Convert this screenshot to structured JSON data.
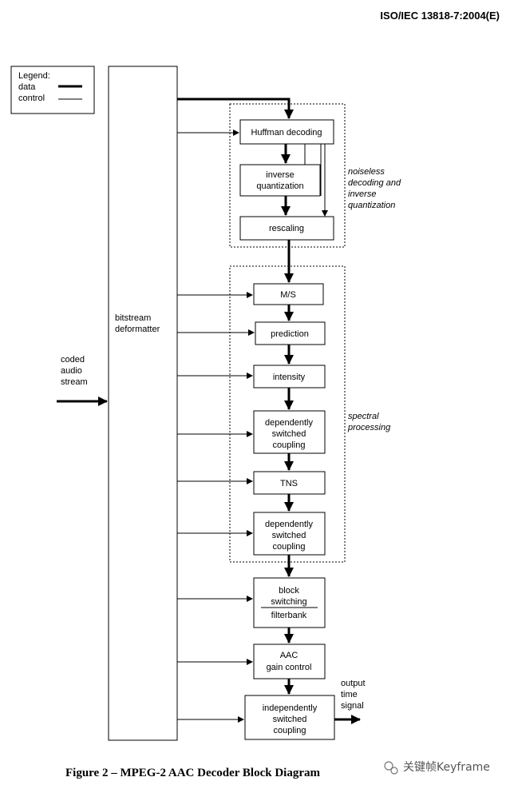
{
  "header": {
    "standard_id": "ISO/IEC 13818-7:2004(E)"
  },
  "legend": {
    "title": "Legend:",
    "data_label": "data",
    "control_label": "control"
  },
  "input": {
    "line1": "coded",
    "line2": "audio",
    "line3": "stream"
  },
  "deformatter": {
    "line1": "bitstream",
    "line2": "deformatter"
  },
  "groups": {
    "noiseless": {
      "line1": "noiseless",
      "line2": "decoding and",
      "line3": "inverse",
      "line4": "quantization"
    },
    "spectral": {
      "line1": "spectral",
      "line2": "processing"
    }
  },
  "blocks": {
    "huffman": {
      "line1": "Huffman decoding"
    },
    "inverse_quant": {
      "line1": "inverse",
      "line2": "quantization"
    },
    "rescaling": {
      "line1": "rescaling"
    },
    "ms": {
      "line1": "M/S"
    },
    "prediction": {
      "line1": "prediction"
    },
    "intensity": {
      "line1": "intensity"
    },
    "coupling_a": {
      "line1": "dependently",
      "line2": "switched",
      "line3": "coupling"
    },
    "tns": {
      "line1": "TNS"
    },
    "coupling_b": {
      "line1": "dependently",
      "line2": "switched",
      "line3": "coupling"
    },
    "block_switching": {
      "line1": "block",
      "line2": "switching",
      "line3": "filterbank"
    },
    "gain_control": {
      "line1": "AAC",
      "line2": "gain control"
    },
    "indep_coupling": {
      "line1": "independently",
      "line2": "switched",
      "line3": "coupling"
    }
  },
  "output": {
    "line1": "output",
    "line2": "time",
    "line3": "signal"
  },
  "caption": "Figure 2 – MPEG-2 AAC Decoder Block Diagram",
  "watermark": "关键帧Keyframe"
}
